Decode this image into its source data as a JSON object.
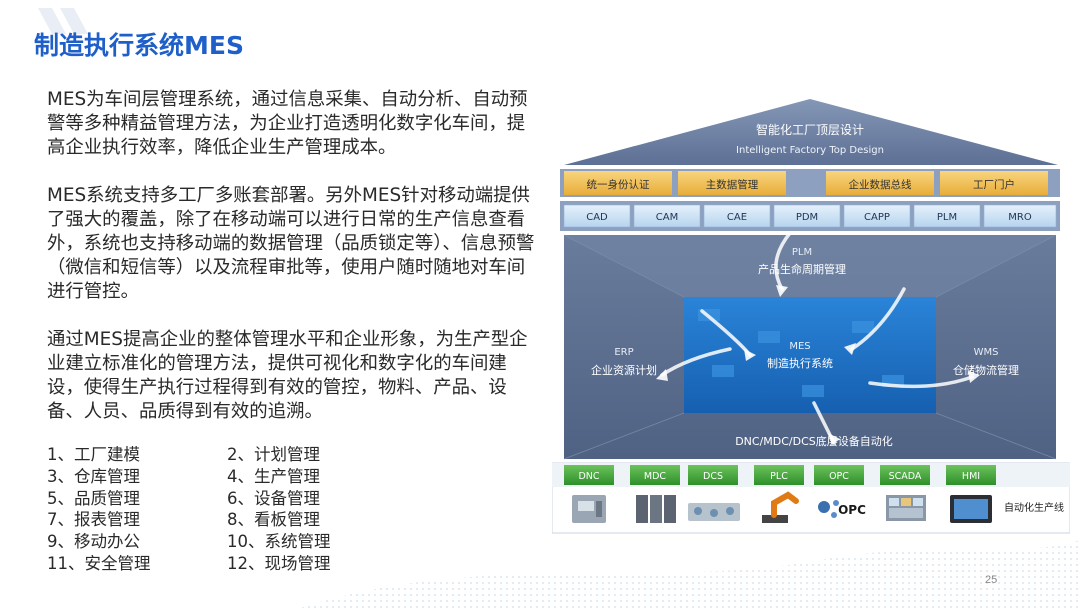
{
  "slide": {
    "title": "制造执行系统MES",
    "paragraphs": [
      "MES为车间层管理系统，通过信息采集、自动分析、自动预警等多种精益管理方法，为企业打造透明化数字化车间，提高企业执行效率，降低企业生产管理成本。",
      "MES系统支持多工厂多账套部署。另外MES针对移动端提供了强大的覆盖，除了在移动端可以进行日常的生产信息查看外，系统也支持移动端的数据管理（品质锁定等）、信息预警（微信和短信等）以及流程审批等，使用户随时随地对车间进行管控。",
      "通过MES提高企业的整体管理水平和企业形象，为生产型企业建立标准化的管理方法，提供可视化和数字化的车间建设，使得生产执行过程得到有效的管控，物料、产品、设备、人员、品质得到有效的追溯。"
    ],
    "modules": [
      [
        "1、工厂建模",
        "2、计划管理"
      ],
      [
        "3、仓库管理",
        "4、生产管理"
      ],
      [
        "5、品质管理",
        "6、设备管理"
      ],
      [
        "7、报表管理",
        "8、看板管理"
      ],
      [
        "9、移动办公",
        "10、系统管理"
      ],
      [
        "11、安全管理",
        "12、现场管理"
      ]
    ],
    "page_number": "25"
  },
  "diagram": {
    "roof_title_cn": "智能化工厂顶层设计",
    "roof_title_en": "Intelligent Factory Top Design",
    "top_bar": [
      "统一身份认证",
      "主数据管理",
      "企业数据总线",
      "工厂门户"
    ],
    "systems": [
      "CAD",
      "CAM",
      "CAE",
      "PDM",
      "CAPP",
      "PLM",
      "MRO"
    ],
    "plm": {
      "abbr": "PLM",
      "label": "产品生命周期管理"
    },
    "mes": {
      "abbr": "MES",
      "label": "制造执行系统"
    },
    "erp": {
      "abbr": "ERP",
      "label": "企业资源计划"
    },
    "wms": {
      "abbr": "WMS",
      "label": "仓储物流管理"
    },
    "device_layer": "DNC/MDC/DCS底层设备自动化",
    "devices": [
      "DNC",
      "MDC",
      "DCS",
      "PLC",
      "OPC",
      "SCADA",
      "HMI"
    ],
    "automation_label": "自动化生产线",
    "opc_logo": "OPC",
    "colors": {
      "title_blue": "#1f5fc9",
      "roof": "#6f84a6",
      "house_body": "#5b6d8d",
      "mes_core": "#1e72c9",
      "gold_bar": "#f2c35a",
      "system_box": "#cfe4f7",
      "device_green": "#3fa535"
    }
  }
}
